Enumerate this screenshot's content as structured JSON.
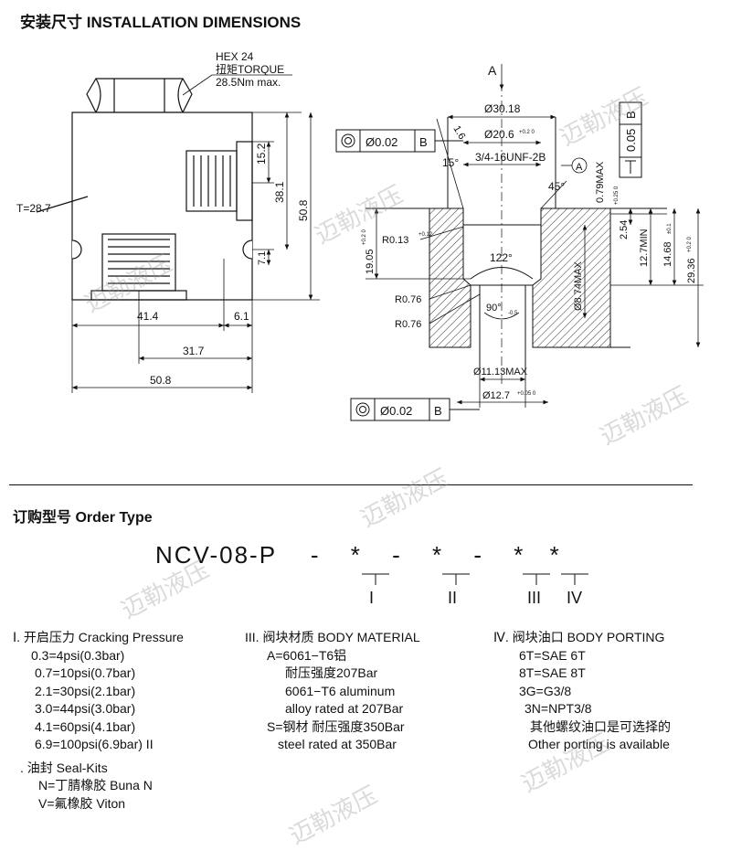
{
  "section_install": {
    "title": "安装尺寸 INSTALLATION DIMENSIONS"
  },
  "left_drawing": {
    "hex_label": "HEX 24",
    "torque_label": "扭矩TORQUE",
    "torque_value": "28.5Nm max.",
    "t_label": "T=28.7",
    "dims": {
      "d15_2": "15.2",
      "d38_1": "38.1",
      "d50_8_v": "50.8",
      "d7_1": "7.1",
      "d41_4": "41.4",
      "d6_1": "6.1",
      "d31_7": "31.7",
      "d50_8_h": "50.8"
    }
  },
  "right_drawing": {
    "view_label": "A",
    "datum_a": "A",
    "fcf_top": {
      "tol": "Ø0.02",
      "datum": "B"
    },
    "fcf_bottom": {
      "tol": "Ø0.02",
      "datum": "B"
    },
    "fcf_right": {
      "tol": "0.05",
      "datum": "B"
    },
    "dims": {
      "d30_18": "Ø30.18",
      "d20_6": "Ø20.6",
      "d20_6_tol": "+0.2 0",
      "thread": "3/4-16UNF-2B",
      "a15": "15°",
      "a45": "45°",
      "r16": "1.6",
      "d0_79": "0.79MAX",
      "r0_13": "R0.13",
      "r0_13_tol": "+0.12",
      "d19_05": "19.05",
      "d19_05_tol": "+0.2 0",
      "a122": "122°",
      "d2_54": "2.54",
      "d2_54_tol": "+0.25 0",
      "d12_7min": "12.7MIN",
      "d14_68": "14.68",
      "d14_68_tol": "±0.1",
      "d29_36": "29.36",
      "d29_36_tol": "+0.2 0",
      "d8_74": "Ø8.74MAX",
      "r0_76a": "R0.76",
      "r0_76b": "R0.76",
      "a90": "90°",
      "a90_tol": "-0.5",
      "d11_13": "Ø11.13MAX",
      "d12_7": "Ø12.7",
      "d12_7_tol": "+0.05 0"
    }
  },
  "section_order": {
    "title": "订购型号 Order Type"
  },
  "order_code": {
    "prefix": "NCV-08-P",
    "parts": [
      "-",
      "*",
      "-",
      "*",
      "-",
      "*",
      "*"
    ],
    "roman": [
      "I",
      "II",
      "III",
      "IV"
    ]
  },
  "col1": {
    "heading": "Ⅰ. 开启压力 Cracking Pressure",
    "items": [
      "0.3=4psi(0.3bar)",
      "0.7=10psi(0.7bar)",
      "2.1=30psi(2.1bar)",
      "3.0=44psi(3.0bar)",
      "4.1=60psi(4.1bar)",
      "6.9=100psi(6.9bar) II"
    ],
    "seal_heading": ". 油封 Seal-Kits",
    "seal_items": [
      "N=丁腈橡胶 Buna N",
      "V=氟橡胶 Viton"
    ]
  },
  "col2": {
    "heading": "III. 阀块材质 BODY MATERIAL",
    "items": [
      "A=6061−T6铝",
      "耐压强度207Bar",
      "6061−T6 aluminum",
      "alloy rated at 207Bar",
      "S=钢材 耐压强度350Bar",
      "steel rated at 350Bar"
    ]
  },
  "col3": {
    "heading": "Ⅳ. 阀块油口 BODY PORTING",
    "items": [
      "6T=SAE 6T",
      "8T=SAE 8T",
      "3G=G3/8",
      "3N=NPT3/8",
      "其他螺纹油口是可选择的",
      "Other porting is available"
    ]
  },
  "watermark": {
    "text": "迈勒液压"
  }
}
